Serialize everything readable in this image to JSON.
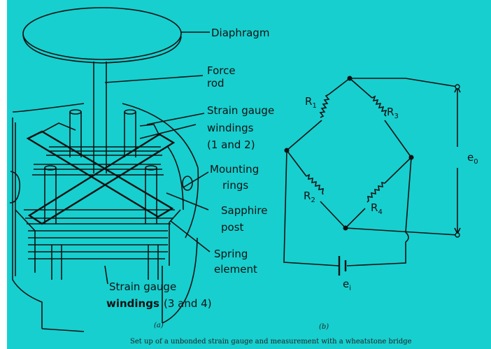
{
  "colors": {
    "background": "#17cfcf",
    "ink": "#111111",
    "margin": "#ffffff"
  },
  "labels": {
    "diaphragm": "Diaphragm",
    "force_rod_1": "Force",
    "force_rod_2": "rod",
    "sg12_1": "Strain gauge",
    "sg12_2": "windings",
    "sg12_3": "(1 and 2)",
    "mount_1": "Mounting",
    "mount_2": "rings",
    "sapph_1": "Sapphire",
    "sapph_2": "post",
    "spring_1": "Spring",
    "spring_2": "element",
    "sg34_1": "Strain gauge",
    "sg34_bold": "windings",
    "sg34_rest": "(3 and 4)"
  },
  "bridge": {
    "r1": "R",
    "r1_sub": "1",
    "r2": "R",
    "r2_sub": "2",
    "r3": "R",
    "r3_sub": "3",
    "r4": "R",
    "r4_sub": "4",
    "eo": "e",
    "eo_sub": "0",
    "ei": "e",
    "ei_sub": "i"
  },
  "sublabels": {
    "a": "(a)",
    "b": "(b)"
  },
  "caption": "Set up of a unbonded strain gauge and measurement with a wheatstone bridge"
}
